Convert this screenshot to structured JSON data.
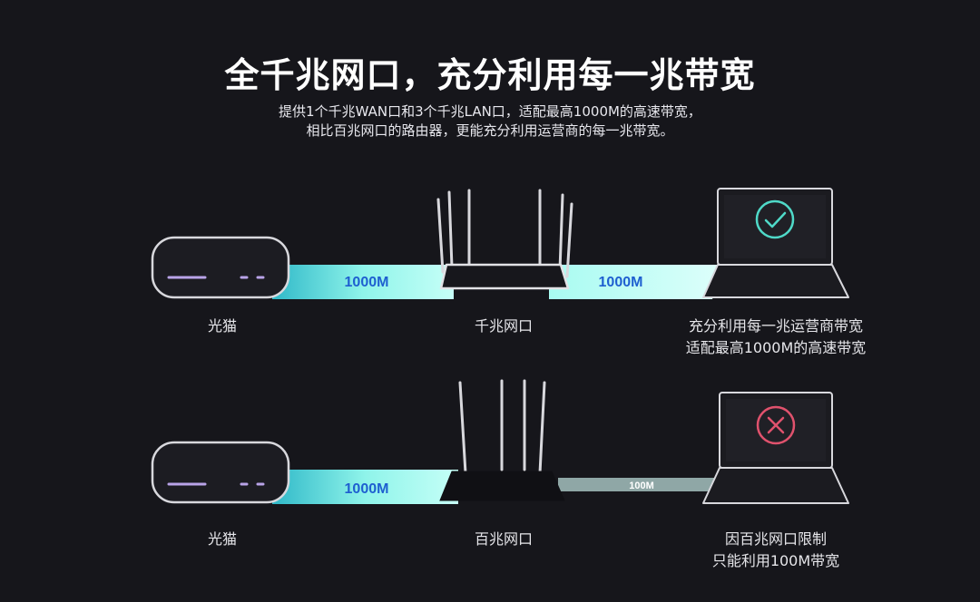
{
  "header": {
    "title": "全千兆网口，充分利用每一兆带宽",
    "subtitle_lines": [
      "提供1个千兆WAN口和3个千兆LAN口，适配最高1000M的高速带宽，",
      "相比百兆网口的路由器，更能充分利用运营商的每一兆带宽。"
    ]
  },
  "row_gigabit": {
    "modem_label": "光猫",
    "router_label": "千兆网口",
    "link1_speed": "1000M",
    "link2_speed": "1000M",
    "result_lines": [
      "充分利用每一兆运营商带宽",
      "适配最高1000M的高速带宽"
    ],
    "status_icon": "check-circle-icon"
  },
  "row_fast": {
    "modem_label": "光猫",
    "router_label": "百兆网口",
    "link1_speed": "1000M",
    "link2_speed": "100M",
    "result_lines": [
      "因百兆网口限制",
      "只能利用100M带宽"
    ],
    "status_icon": "x-circle-icon"
  },
  "colors": {
    "background": "#16161b",
    "gigabit_beam": "#7ef0e6",
    "speed_text": "#1e5fd0",
    "limited_link": "#8fa7a6",
    "check": "#4fd9c8",
    "cross": "#e0526d"
  }
}
